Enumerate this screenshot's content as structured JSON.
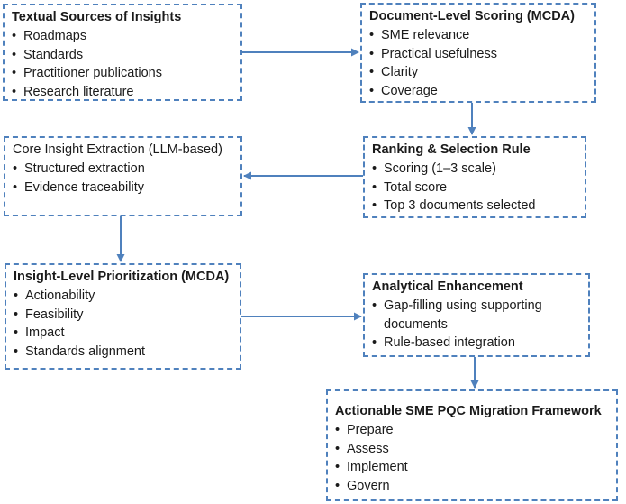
{
  "boxes": [
    {
      "id": "b1",
      "title": "Textual Sources of Insights",
      "items": [
        "Roadmaps",
        "Standards",
        "Practitioner publications",
        "Research literature"
      ]
    },
    {
      "id": "b2",
      "title": "Document-Level Scoring (MCDA)",
      "items": [
        "SME relevance",
        "Practical usefulness",
        "Clarity",
        "Coverage"
      ]
    },
    {
      "id": "b3",
      "title": "Ranking & Selection Rule",
      "items": [
        "Scoring (1–3 scale)",
        "Total score",
        "Top 3 documents selected"
      ]
    },
    {
      "id": "b4",
      "title": "Core Insight Extraction (LLM-based)",
      "items": [
        "Structured extraction",
        "Evidence traceability"
      ]
    },
    {
      "id": "b5",
      "title": "Insight-Level Prioritization (MCDA)",
      "items": [
        "Actionability",
        "Feasibility",
        "Impact",
        "Standards alignment"
      ]
    },
    {
      "id": "b6",
      "title": "Analytical Enhancement",
      "items": [
        "Gap-filling using supporting documents",
        "Rule-based integration"
      ]
    },
    {
      "id": "b7",
      "title": "Actionable SME PQC Migration Framework",
      "items": [
        "Prepare",
        "Assess",
        "Implement",
        "Govern"
      ]
    }
  ],
  "colors": {
    "border": "#4f81bd",
    "arrow": "#4f81bd"
  }
}
